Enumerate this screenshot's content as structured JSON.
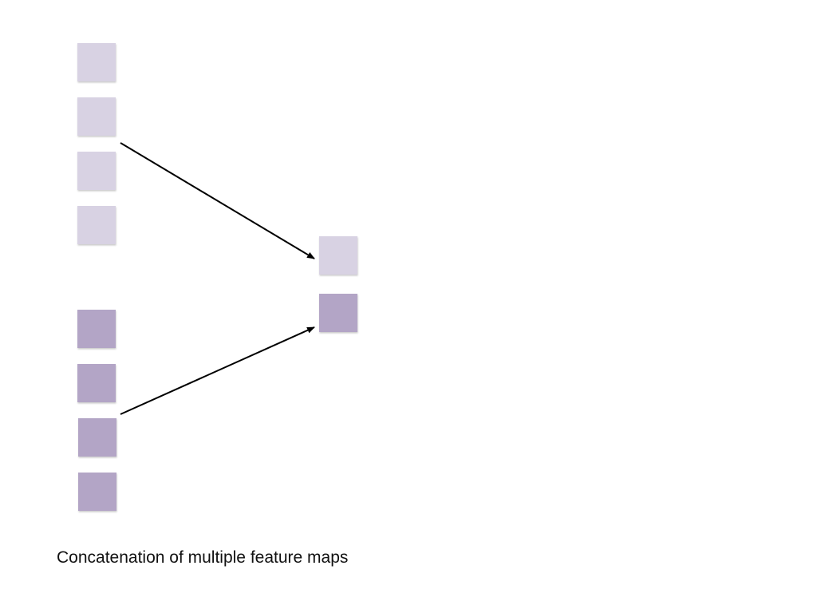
{
  "caption": "Concatenation of multiple feature maps",
  "colors": {
    "group_a": "#d8d2e3",
    "group_b": "#b3a5c6",
    "arrow": "#000000"
  },
  "groups": [
    {
      "name": "feature-map-group-a",
      "color_key": "group_a",
      "count": 4
    },
    {
      "name": "feature-map-group-b",
      "color_key": "group_b",
      "count": 4
    }
  ],
  "output": [
    {
      "name": "concatenated-map-a",
      "color_key": "group_a"
    },
    {
      "name": "concatenated-map-b",
      "color_key": "group_b"
    }
  ],
  "connections": [
    {
      "from_group": 0,
      "to_output": 0
    },
    {
      "from_group": 1,
      "to_output": 1
    }
  ]
}
